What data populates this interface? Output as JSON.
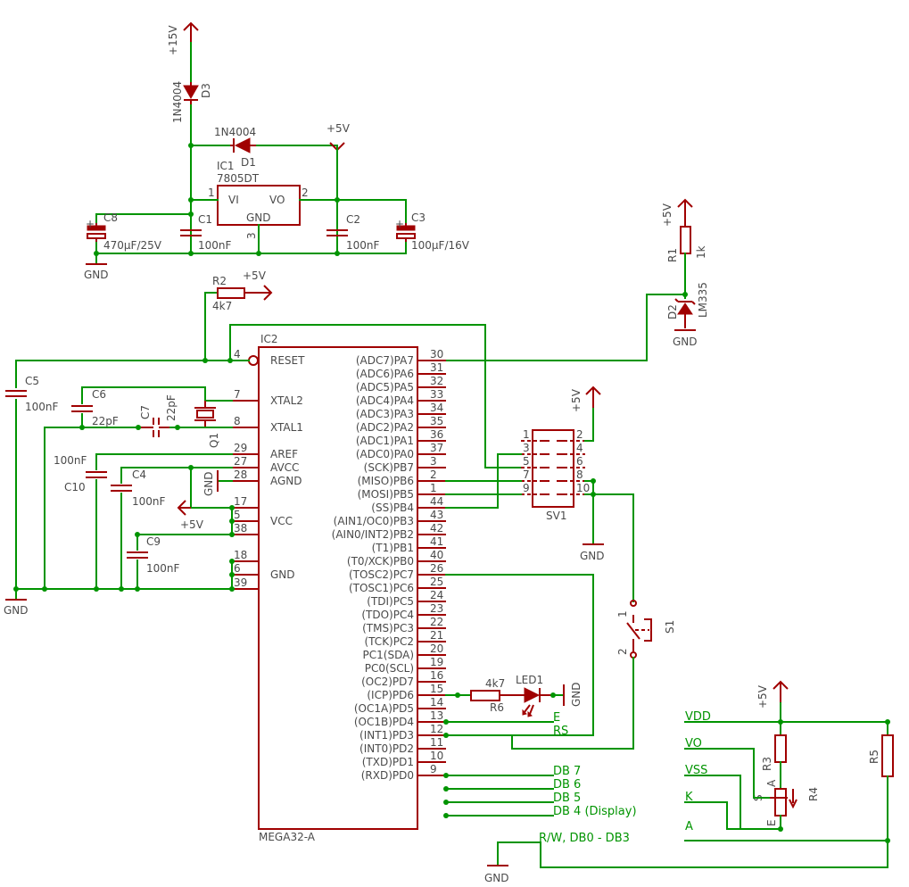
{
  "power": {
    "p15v": "+15V",
    "p5v_top": "+5V",
    "p5v_r2": "+5V",
    "p5v_lm": "+5V",
    "p5v_sv": "+5V",
    "p5v_vcc": "+5V",
    "p5v_lcd": "+5V",
    "gnd_reg": "GND",
    "gnd_lm": "GND",
    "gnd_left": "GND",
    "gnd_sv": "GND",
    "gnd_led": "GND",
    "gnd_avcc": "GND",
    "gnd_bottom": "GND"
  },
  "parts": {
    "d3_name": "D3",
    "d3_value": "1N4004",
    "d1_name": "D1",
    "d1_value": "1N4004",
    "ic1_name": "IC1",
    "ic1_value": "7805DT",
    "ic1_vi": "VI",
    "ic1_vo": "VO",
    "ic1_gnd": "GND",
    "ic1_pin1": "1",
    "ic1_pin2": "2",
    "ic1_pin3": "3",
    "c8_name": "C8",
    "c8_value": "470µF/25V",
    "c1_name": "C1",
    "c1_value": "100nF",
    "c2_name": "C2",
    "c2_value": "100nF",
    "c3_name": "C3",
    "c3_value": "100µF/16V",
    "r1_name": "R1",
    "r1_value": "1k",
    "d2_name": "D2",
    "d2_value": "LM335",
    "r2_name": "R2",
    "r2_value": "4k7",
    "c5_name": "C5",
    "c5_value": "100nF",
    "c6_name": "C6",
    "c6_value": "22pF",
    "c7_name": "C7",
    "c7_value": "22pF",
    "q1_name": "Q1",
    "c10_name": "C10",
    "c10_value": "100nF",
    "c4_name": "C4",
    "c4_value": "100nF",
    "c9_name": "C9",
    "c9_value": "100nF",
    "r6_name": "R6",
    "r6_value": "4k7",
    "led1_name": "LED1",
    "s1_name": "S1",
    "s1_pin1": "1",
    "s1_pin2": "2",
    "sv1_name": "SV1",
    "r3_name": "R3",
    "r4_name": "R4",
    "r5_name": "R5",
    "r4_a": "A",
    "r4_e": "E",
    "r4_s": "S"
  },
  "ic2": {
    "name": "IC2",
    "value": "MEGA32-A",
    "left_pins": [
      {
        "num": "4",
        "label": "RESET"
      },
      {
        "num": "7",
        "label": "XTAL2"
      },
      {
        "num": "8",
        "label": "XTAL1"
      },
      {
        "num": "29",
        "label": "AREF"
      },
      {
        "num": "27",
        "label": "AVCC"
      },
      {
        "num": "28",
        "label": "AGND"
      },
      {
        "num": "17",
        "label": ""
      },
      {
        "num": "5",
        "label": "VCC"
      },
      {
        "num": "38",
        "label": ""
      },
      {
        "num": "18",
        "label": ""
      },
      {
        "num": "6",
        "label": "GND"
      },
      {
        "num": "39",
        "label": ""
      }
    ],
    "right_pins": [
      {
        "num": "30",
        "label": "(ADC7)PA7"
      },
      {
        "num": "31",
        "label": "(ADC6)PA6"
      },
      {
        "num": "32",
        "label": "(ADC5)PA5"
      },
      {
        "num": "33",
        "label": "(ADC4)PA4"
      },
      {
        "num": "34",
        "label": "(ADC3)PA3"
      },
      {
        "num": "35",
        "label": "(ADC2)PA2"
      },
      {
        "num": "36",
        "label": "(ADC1)PA1"
      },
      {
        "num": "37",
        "label": "(ADC0)PA0"
      },
      {
        "num": "3",
        "label": "(SCK)PB7"
      },
      {
        "num": "2",
        "label": "(MISO)PB6"
      },
      {
        "num": "1",
        "label": "(MOSI)PB5"
      },
      {
        "num": "44",
        "label": "(SS)PB4"
      },
      {
        "num": "43",
        "label": "(AIN1/OC0)PB3"
      },
      {
        "num": "42",
        "label": "(AIN0/INT2)PB2"
      },
      {
        "num": "41",
        "label": "(T1)PB1"
      },
      {
        "num": "40",
        "label": "(T0/XCK)PB0"
      },
      {
        "num": "26",
        "label": "(TOSC2)PC7"
      },
      {
        "num": "25",
        "label": "(TOSC1)PC6"
      },
      {
        "num": "24",
        "label": "(TDI)PC5"
      },
      {
        "num": "23",
        "label": "(TDO)PC4"
      },
      {
        "num": "22",
        "label": "(TMS)PC3"
      },
      {
        "num": "21",
        "label": "(TCK)PC2"
      },
      {
        "num": "20",
        "label": "PC1(SDA)"
      },
      {
        "num": "19",
        "label": "PC0(SCL)"
      },
      {
        "num": "16",
        "label": "(OC2)PD7"
      },
      {
        "num": "15",
        "label": "(ICP)PD6"
      },
      {
        "num": "14",
        "label": "(OC1A)PD5"
      },
      {
        "num": "13",
        "label": "(OC1B)PD4"
      },
      {
        "num": "12",
        "label": "(INT1)PD3"
      },
      {
        "num": "11",
        "label": "(INT0)PD2"
      },
      {
        "num": "10",
        "label": "(TXD)PD1"
      },
      {
        "num": "9",
        "label": "(RXD)PD0"
      }
    ]
  },
  "sv1_pins": [
    "1",
    "2",
    "3",
    "4",
    "5",
    "6",
    "7",
    "8",
    "9",
    "10"
  ],
  "nets": {
    "e": "E",
    "rs": "RS",
    "db7": "DB 7",
    "db6": "DB 6",
    "db5": "DB 5",
    "db4": "DB 4 (Display)",
    "rw": "R/W,  DB0 - DB3",
    "vdd": "VDD",
    "vo": "VO",
    "vss": "VSS",
    "k": "K",
    "a": "A"
  },
  "colors": {
    "wire": "#009400",
    "part": "#a00000",
    "text": "#4a4a4a",
    "background": "#ffffff"
  }
}
